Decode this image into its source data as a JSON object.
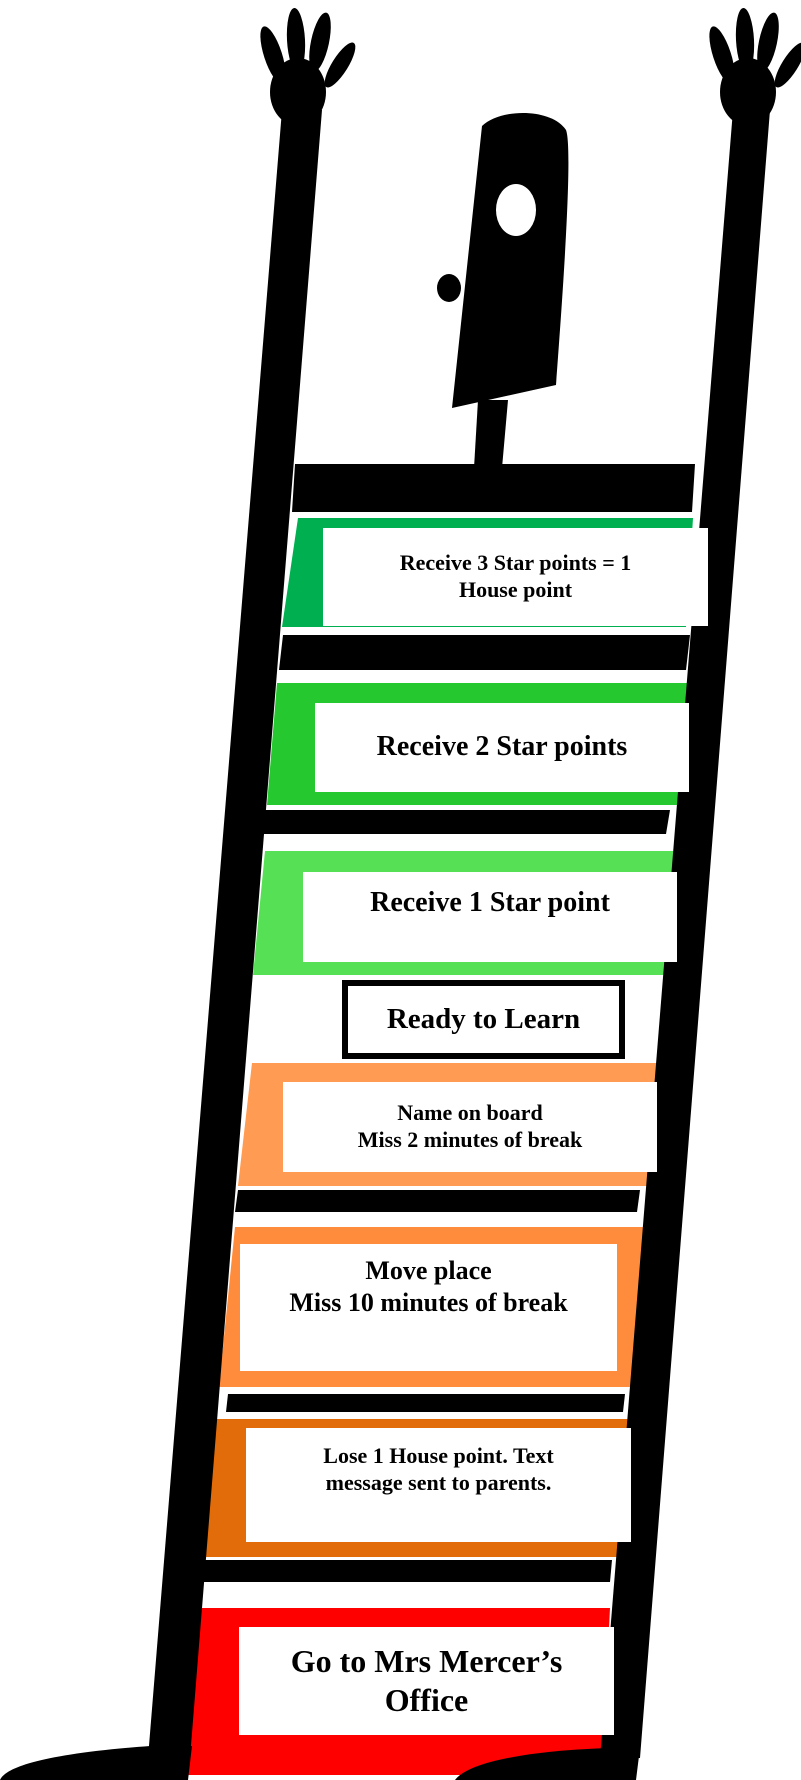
{
  "colors": {
    "outline": "#000000",
    "background": "#ffffff",
    "dark_green": "#00b050",
    "mid_green": "#26c830",
    "light_green": "#55e055",
    "light_orange": "#ff9b52",
    "orange": "#ff8c3c",
    "dark_orange": "#e36c0a",
    "red": "#ff0000"
  },
  "figure": {
    "head_icon": "head-silhouette-icon",
    "left_hand_icon": "raised-hand-icon",
    "right_hand_icon": "raised-hand-icon",
    "left_foot_icon": "foot-icon",
    "right_foot_icon": "foot-icon"
  },
  "steps": {
    "step1": {
      "lines": [
        "Receive 3 Star points = 1",
        "House point"
      ],
      "color": "#00b050"
    },
    "step2": {
      "lines": [
        "Receive 2 Star points"
      ],
      "color": "#26c830"
    },
    "step3": {
      "lines": [
        "Receive 1 Star point"
      ],
      "color": "#55e055"
    },
    "ready": {
      "lines": [
        "Ready to Learn"
      ]
    },
    "step4": {
      "lines": [
        "Name on board",
        "Miss 2 minutes of break"
      ],
      "color": "#ff9b52"
    },
    "step5": {
      "lines": [
        "Move place",
        "Miss 10 minutes of break"
      ],
      "color": "#ff8c3c"
    },
    "step6": {
      "lines": [
        "Lose 1 House point. Text",
        "message sent to parents."
      ],
      "color": "#e36c0a"
    },
    "step7": {
      "lines": [
        "Go to Mrs Mercer’s",
        "Office"
      ],
      "color": "#ff0000"
    }
  }
}
